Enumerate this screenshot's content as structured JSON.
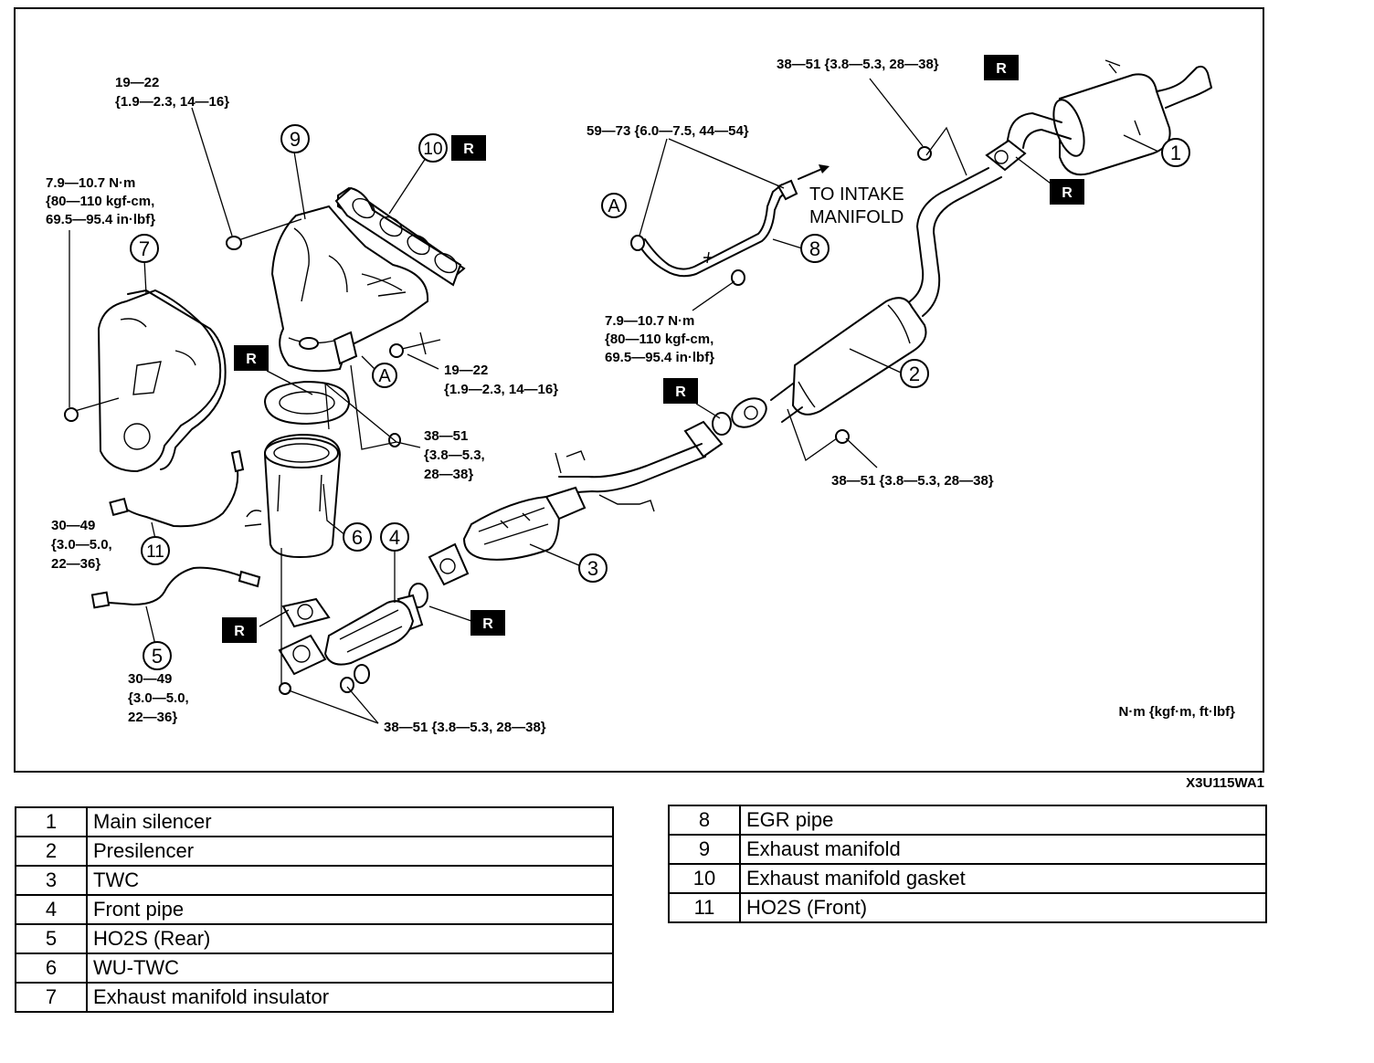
{
  "callouts": [
    "1",
    "2",
    "3",
    "4",
    "5",
    "6",
    "7",
    "8",
    "9",
    "10",
    "11"
  ],
  "r_mark": "R",
  "point_a": "A",
  "torque": {
    "t1": "38—51 {3.8—5.3, 28—38}",
    "t2": "59—73 {6.0—7.5, 44—54}",
    "t3_l1": "7.9—10.7 N·m",
    "t3_l2": "{80—110 kgf-cm,",
    "t3_l3": "69.5—95.4 in·lbf}",
    "t4_l1": "19—22",
    "t4_l2": "{1.9—2.3, 14—16}",
    "t5_l1": "7.9—10.7 N·m",
    "t5_l2": "{80—110 kgf-cm,",
    "t5_l3": "69.5—95.4 in·lbf}",
    "t6_l1": "19—22",
    "t6_l2": "{1.9—2.3, 14—16}",
    "t7_l1": "38—51",
    "t7_l2": "{3.8—5.3,",
    "t7_l3": "28—38}",
    "t8": "38—51 {3.8—5.3, 28—38}",
    "t9_l1": "30—49",
    "t9_l2": "{3.0—5.0,",
    "t9_l3": "22—36}",
    "t10_l1": "30—49",
    "t10_l2": "{3.0—5.0,",
    "t10_l3": "22—36}",
    "t11": "38—51 {3.8—5.3, 28—38}"
  },
  "intake_l1": "TO INTAKE",
  "intake_l2": "MANIFOLD",
  "units": "N·m {kgf·m, ft·lbf}",
  "figure_code": "X3U115WA1",
  "legend_left": [
    {
      "num": "1",
      "name": "Main silencer"
    },
    {
      "num": "2",
      "name": "Presilencer"
    },
    {
      "num": "3",
      "name": "TWC"
    },
    {
      "num": "4",
      "name": "Front pipe"
    },
    {
      "num": "5",
      "name": "HO2S (Rear)"
    },
    {
      "num": "6",
      "name": "WU-TWC"
    },
    {
      "num": "7",
      "name": "Exhaust manifold insulator"
    }
  ],
  "legend_right": [
    {
      "num": "8",
      "name": "EGR pipe"
    },
    {
      "num": "9",
      "name": "Exhaust manifold"
    },
    {
      "num": "10",
      "name": "Exhaust manifold gasket"
    },
    {
      "num": "11",
      "name": "HO2S (Front)"
    }
  ]
}
